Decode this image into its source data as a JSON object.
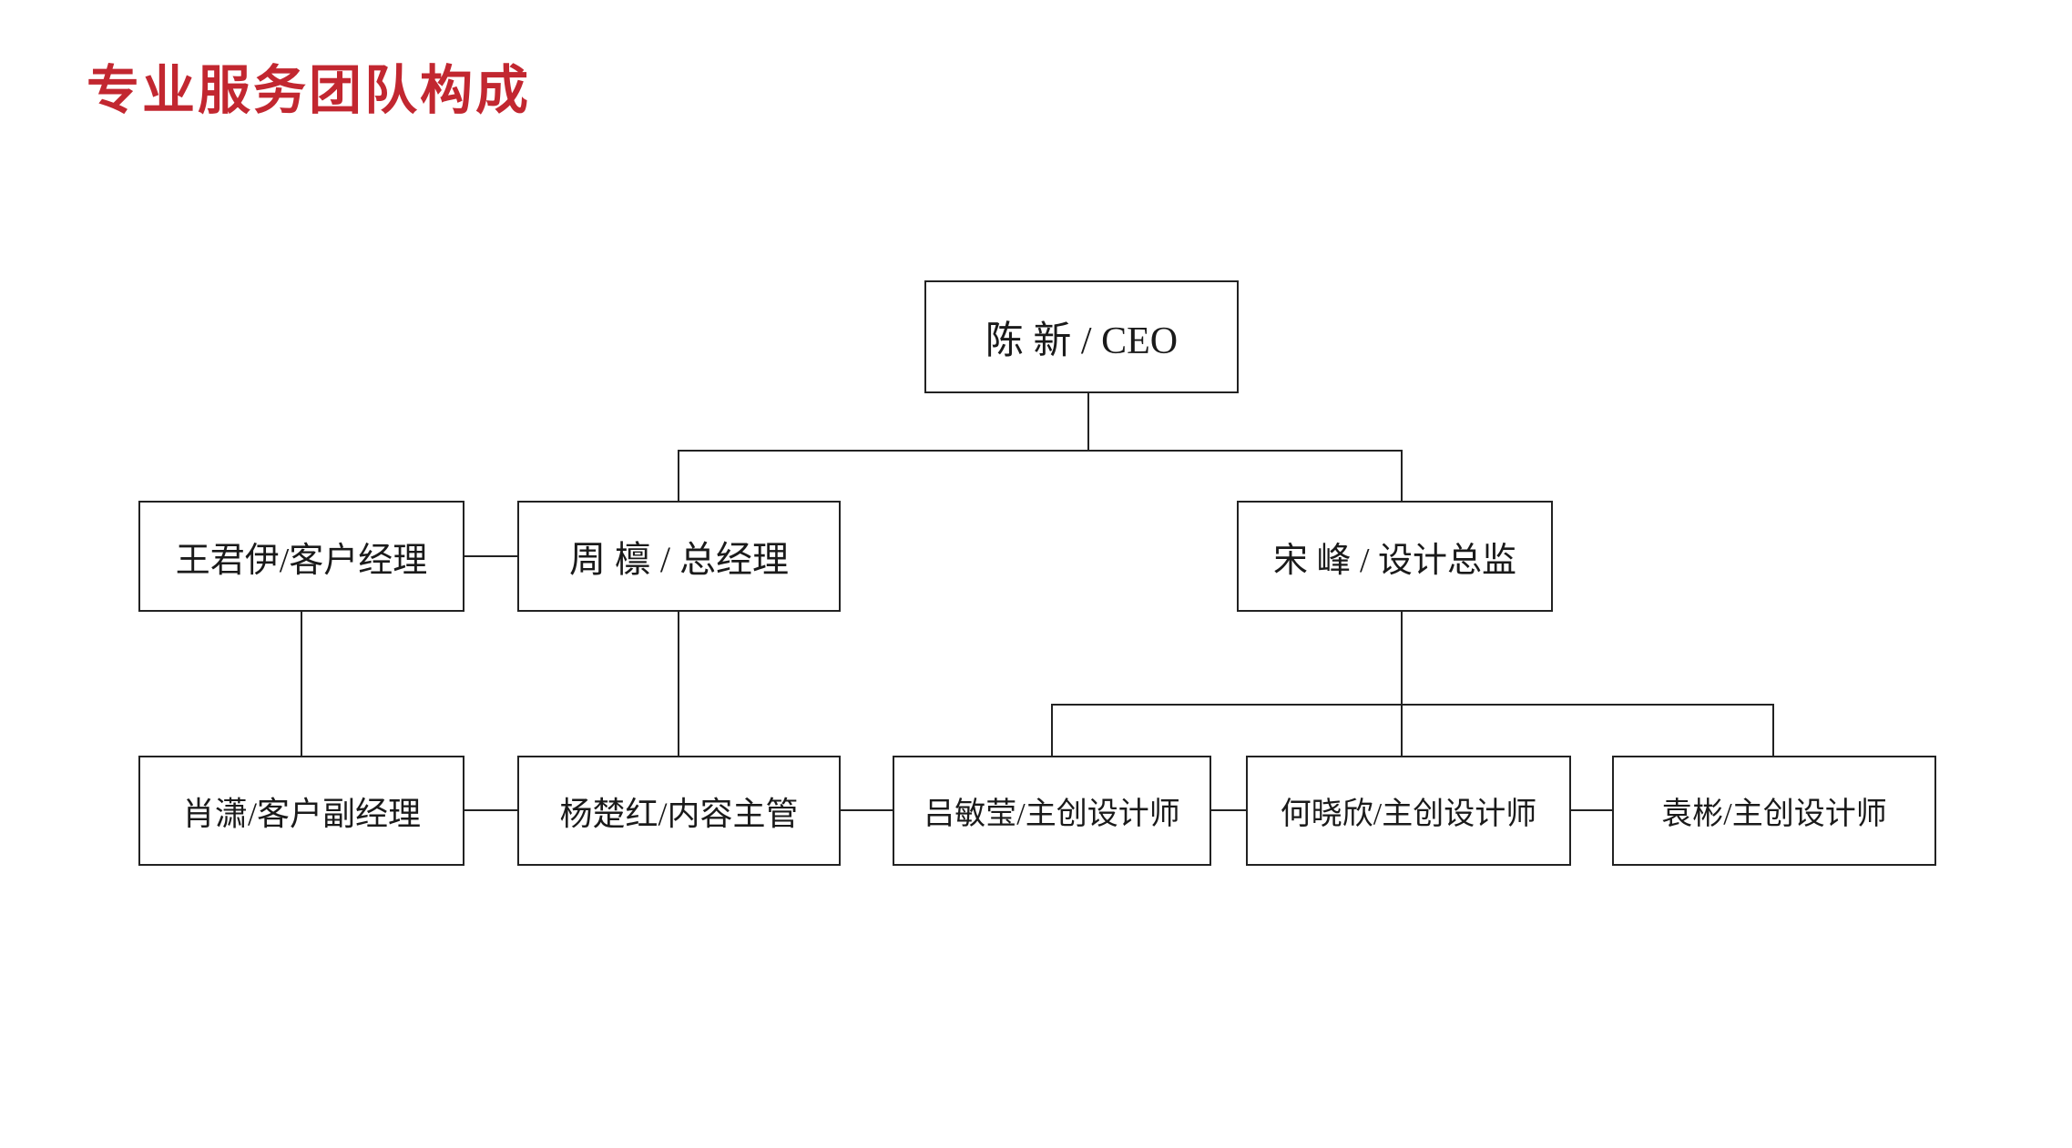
{
  "page": {
    "title": "专业服务团队构成",
    "title_color": "#c22730",
    "background_color": "#ffffff"
  },
  "org_chart": {
    "box_border_color": "#222222",
    "connector_color": "#222222",
    "text_color": "#1a1a1a",
    "nodes": [
      {
        "id": "ceo",
        "label": "陈 新 / CEO",
        "name": "陈新",
        "role": "CEO",
        "level": 1
      },
      {
        "id": "wang-junyi",
        "label": "王君伊/客户经理",
        "name": "王君伊",
        "role": "客户经理",
        "level": 2
      },
      {
        "id": "zhou-lin",
        "label": "周 檩 / 总经理",
        "name": "周檩",
        "role": "总经理",
        "level": 2
      },
      {
        "id": "song-feng",
        "label": "宋 峰 / 设计总监",
        "name": "宋峰",
        "role": "设计总监",
        "level": 2
      },
      {
        "id": "xiao-xiao",
        "label": "肖潇/客户副经理",
        "name": "肖潇",
        "role": "客户副经理",
        "level": 3
      },
      {
        "id": "yang-chuhong",
        "label": "杨楚红/内容主管",
        "name": "杨楚红",
        "role": "内容主管",
        "level": 3
      },
      {
        "id": "lv-minying",
        "label": "吕敏莹/主创设计师",
        "name": "吕敏莹",
        "role": "主创设计师",
        "level": 3
      },
      {
        "id": "he-xiaoxin",
        "label": "何晓欣/主创设计师",
        "name": "何晓欣",
        "role": "主创设计师",
        "level": 3
      },
      {
        "id": "yuan-bin",
        "label": "袁彬/主创设计师",
        "name": "袁彬",
        "role": "主创设计师",
        "level": 3
      }
    ],
    "connections": [
      {
        "from": "ceo",
        "to": "zhou-lin",
        "type": "vertical-branch"
      },
      {
        "from": "ceo",
        "to": "song-feng",
        "type": "vertical-branch"
      },
      {
        "from": "wang-junyi",
        "to": "zhou-lin",
        "type": "horizontal"
      },
      {
        "from": "wang-junyi",
        "to": "xiao-xiao",
        "type": "vertical"
      },
      {
        "from": "zhou-lin",
        "to": "yang-chuhong",
        "type": "vertical"
      },
      {
        "from": "song-feng",
        "to": "lv-minying",
        "type": "vertical-branch"
      },
      {
        "from": "song-feng",
        "to": "he-xiaoxin",
        "type": "vertical-branch"
      },
      {
        "from": "song-feng",
        "to": "yuan-bin",
        "type": "vertical-branch"
      },
      {
        "from": "xiao-xiao",
        "to": "yang-chuhong",
        "type": "horizontal"
      },
      {
        "from": "yang-chuhong",
        "to": "lv-minying",
        "type": "horizontal"
      },
      {
        "from": "lv-minying",
        "to": "he-xiaoxin",
        "type": "horizontal"
      },
      {
        "from": "he-xiaoxin",
        "to": "yuan-bin",
        "type": "horizontal"
      }
    ]
  }
}
